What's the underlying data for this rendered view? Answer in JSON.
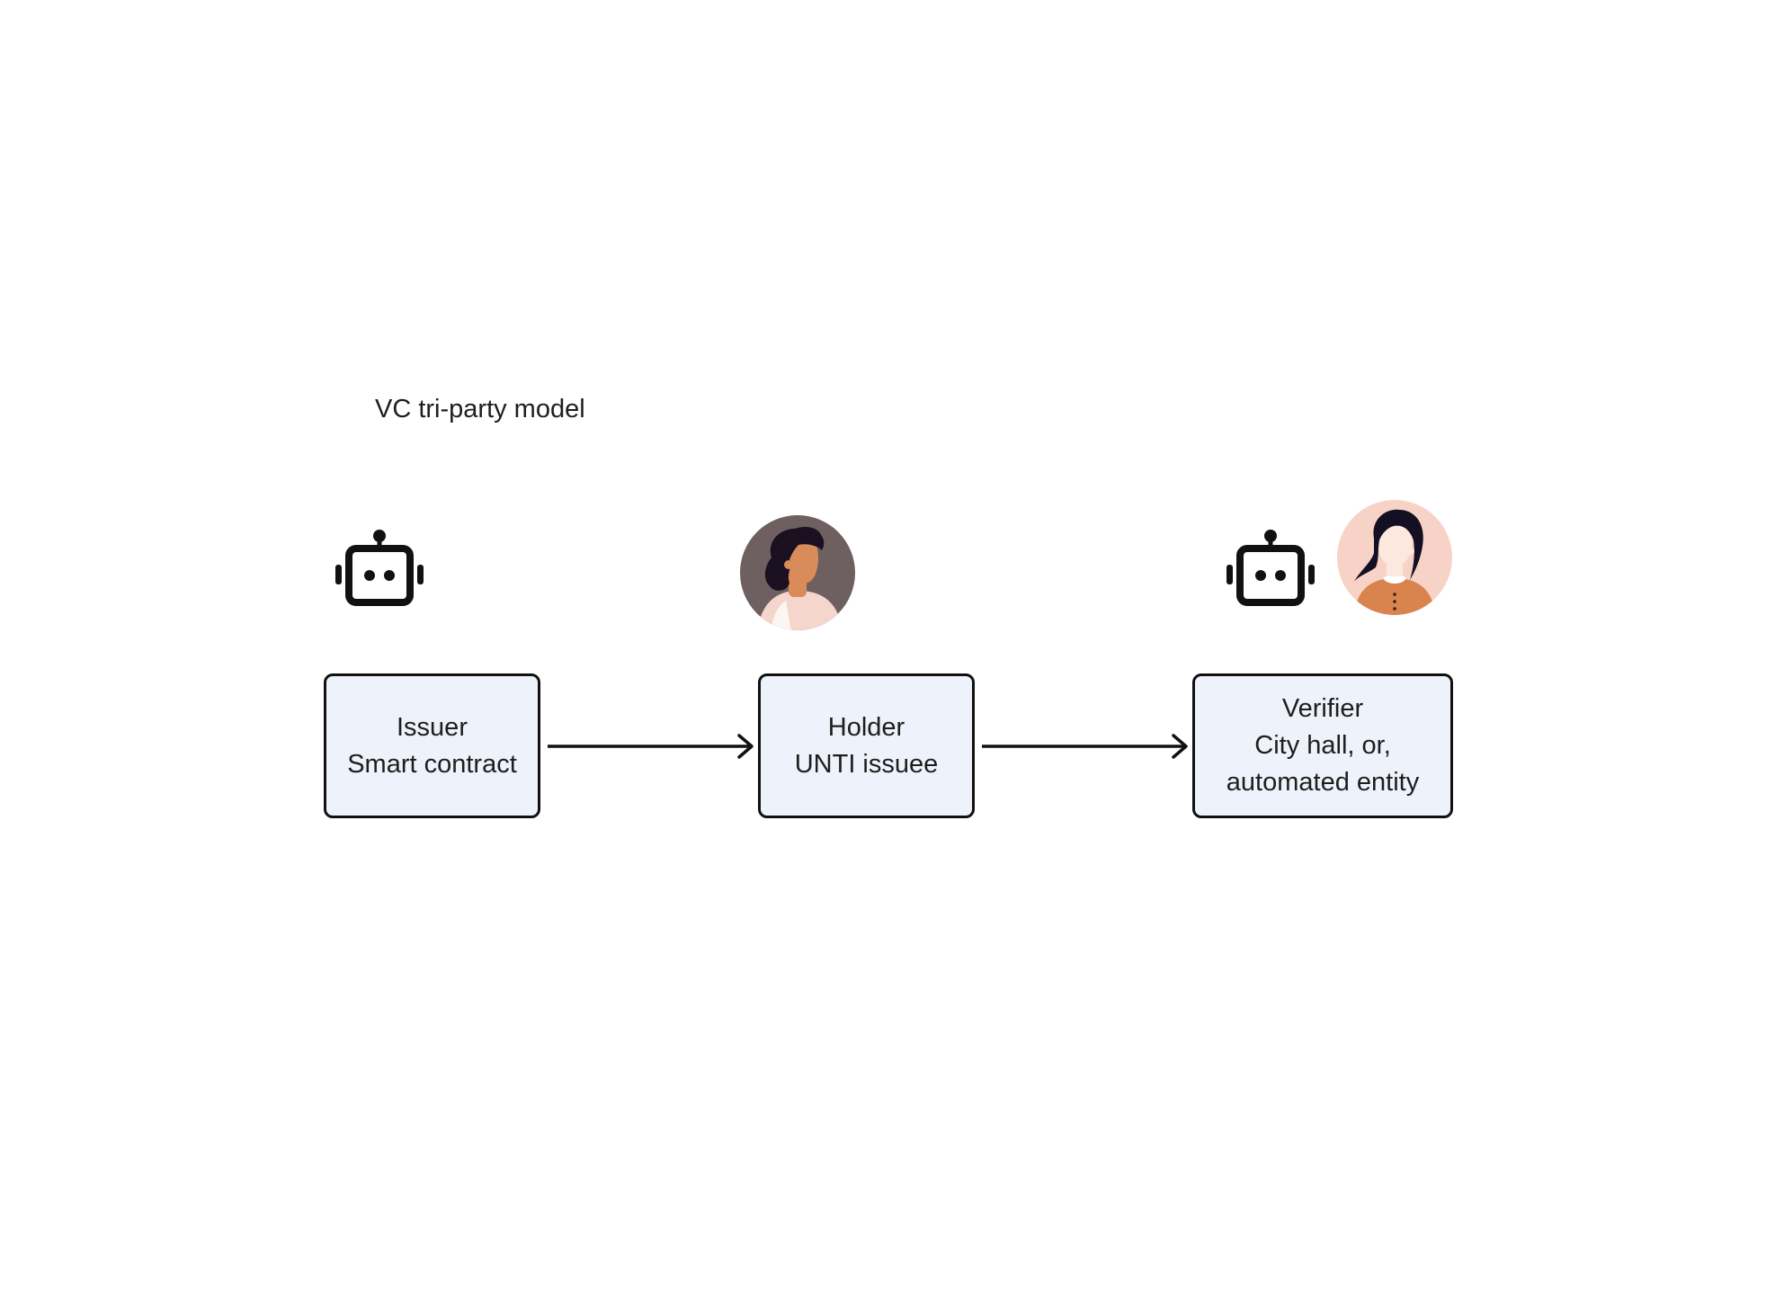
{
  "diagram": {
    "title": "VC tri-party model",
    "nodes": [
      {
        "id": "issuer",
        "lines": [
          "Issuer",
          "Smart contract"
        ],
        "actor_icons": [
          "robot-icon"
        ]
      },
      {
        "id": "holder",
        "lines": [
          "Holder",
          "UNTI issuee"
        ],
        "actor_icons": [
          "person-avatar-icon"
        ]
      },
      {
        "id": "verifier",
        "lines": [
          "Verifier",
          "City hall, or,",
          "automated entity"
        ],
        "actor_icons": [
          "robot-icon",
          "person-avatar-icon"
        ]
      }
    ],
    "edges": [
      {
        "from": "issuer",
        "to": "holder"
      },
      {
        "from": "holder",
        "to": "verifier"
      }
    ],
    "colors": {
      "box_fill": "#eef2fa",
      "stroke": "#111111",
      "holder_avatar_bg": "#6e5f60",
      "verifier_avatar_bg": "#f6d3c6"
    }
  }
}
